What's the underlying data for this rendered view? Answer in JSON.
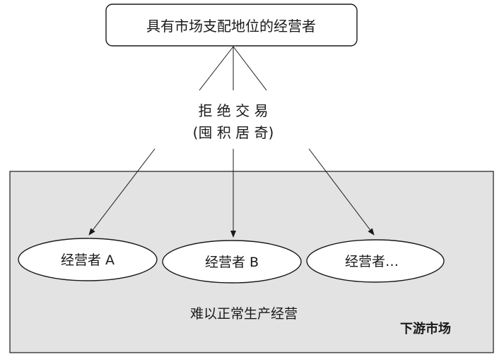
{
  "top_box": {
    "label": "具有市场支配地位的经营者"
  },
  "action": {
    "line1": "拒 绝 交 易",
    "line2": "(囤 积 居 奇)"
  },
  "market": {
    "label": "下游市场",
    "consequence": "难以正常生产经营"
  },
  "operators": [
    {
      "label": "经营者 A"
    },
    {
      "label": "经营者 B"
    },
    {
      "label": "经营者…"
    }
  ],
  "colors": {
    "market_fill": "#e3e3e3",
    "stroke": "#1a1a1a",
    "ellipse_fill": "#ffffff"
  }
}
